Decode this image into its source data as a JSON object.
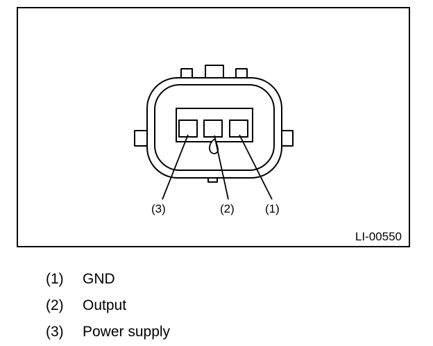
{
  "diagram": {
    "figure_code": "LI-00550",
    "callouts": [
      {
        "id": 1,
        "label": "(1)"
      },
      {
        "id": 2,
        "label": "(2)"
      },
      {
        "id": 3,
        "label": "(3)"
      }
    ]
  },
  "legend": [
    {
      "number": "(1)",
      "label": "GND"
    },
    {
      "number": "(2)",
      "label": "Output"
    },
    {
      "number": "(3)",
      "label": "Power supply"
    }
  ]
}
